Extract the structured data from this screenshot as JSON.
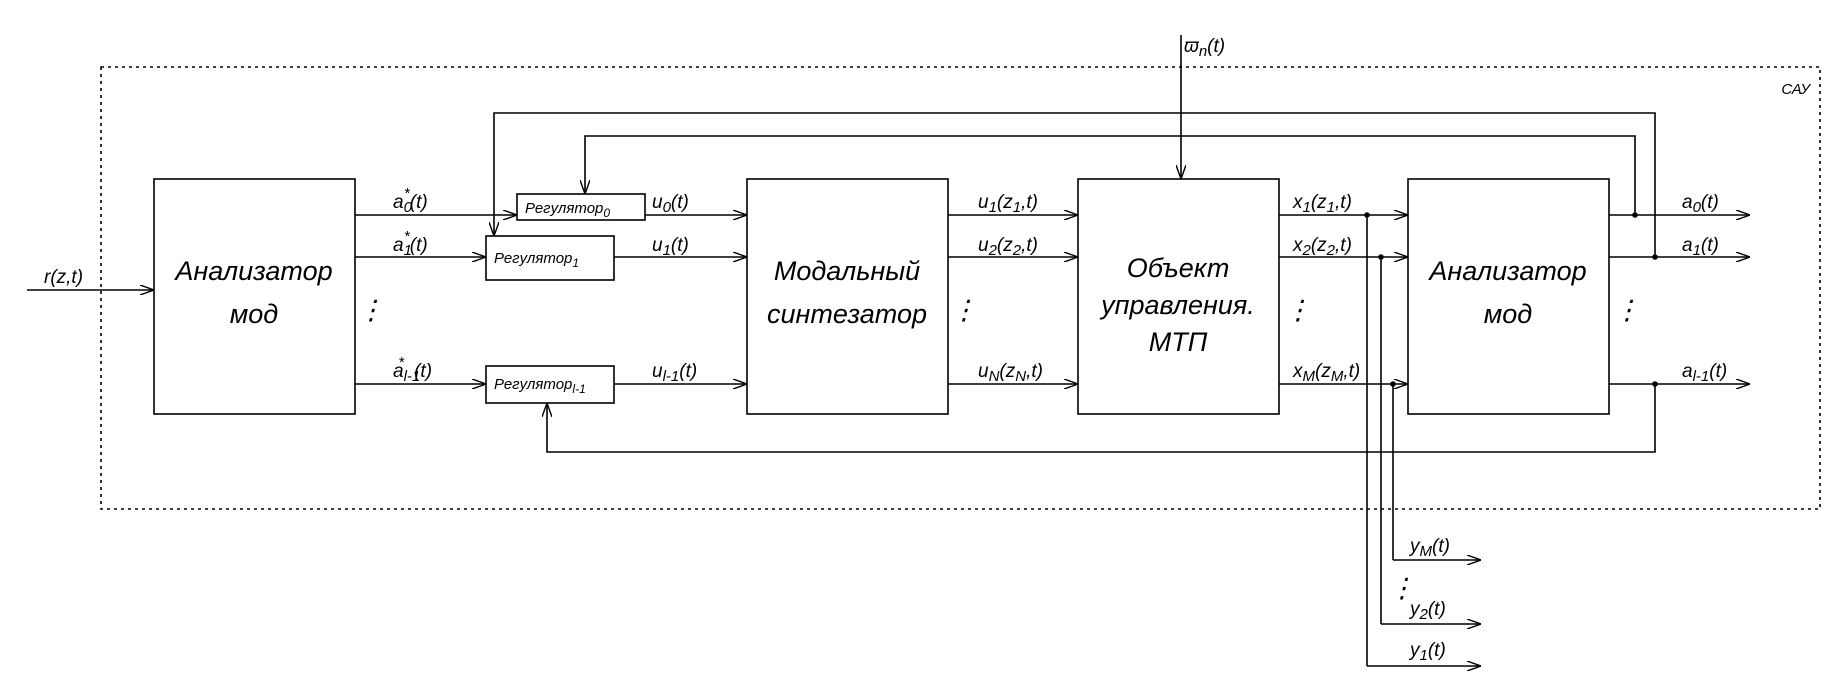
{
  "frame_label": "САУ",
  "input_label": "r(z,t)",
  "disturbance_label": {
    "main": "ϖ",
    "sub": "n",
    "rest": "(t)"
  },
  "analyzer_left": {
    "line1": "Анализатор",
    "line2": "мод"
  },
  "synthesizer": {
    "line1": "Модальный",
    "line2": "синтезатор"
  },
  "plant": {
    "line1": "Объект",
    "line2": "управления.",
    "line3": "МТП"
  },
  "analyzer_right": {
    "line1": "Анализатор",
    "line2": "мод"
  },
  "regulators": [
    {
      "main": "Регулятор",
      "sub": "0"
    },
    {
      "main": "Регулятор",
      "sub": "1"
    },
    {
      "main": "Регулятор",
      "sub": "l-1"
    }
  ],
  "ref_labels": [
    {
      "main": "a",
      "sub": "0",
      "sup": "*",
      "rest": "(t)"
    },
    {
      "main": "a",
      "sub": "1",
      "sup": "*",
      "rest": "(t)"
    },
    {
      "main": "a",
      "sub": "l-1",
      "sup": "*",
      "rest": "(t)"
    }
  ],
  "control_labels": [
    {
      "main": "u",
      "sub": "0",
      "rest": "(t)"
    },
    {
      "main": "u",
      "sub": "1",
      "rest": "(t)"
    },
    {
      "main": "u",
      "sub": "l-1",
      "rest": "(t)"
    }
  ],
  "synth_out_labels": [
    {
      "main": "u",
      "sub": "1",
      "mid": "(z",
      "sub2": "1",
      "rest": ",t)"
    },
    {
      "main": "u",
      "sub": "2",
      "mid": "(z",
      "sub2": "2",
      "rest": ",t)"
    },
    {
      "main": "u",
      "sub": "N",
      "mid": "(z",
      "sub2": "N",
      "rest": ",t)"
    }
  ],
  "state_labels": [
    {
      "main": "x",
      "sub": "1",
      "mid": "(z",
      "sub2": "1",
      "rest": ",t)"
    },
    {
      "main": "x",
      "sub": "2",
      "mid": "(z",
      "sub2": "2",
      "rest": ",t)"
    },
    {
      "main": "x",
      "sub": "M",
      "mid": "(z",
      "sub2": "M",
      "rest": ",t)"
    }
  ],
  "mode_out_labels": [
    {
      "main": "a",
      "sub": "0",
      "rest": "(t)"
    },
    {
      "main": "a",
      "sub": "1",
      "rest": "(t)"
    },
    {
      "main": "a",
      "sub": "l-1",
      "rest": "(t)"
    }
  ],
  "measure_labels": [
    {
      "main": "y",
      "sub": "M",
      "rest": "(t)"
    },
    {
      "main": "y",
      "sub": "2",
      "rest": "(t)"
    },
    {
      "main": "y",
      "sub": "1",
      "rest": "(t)"
    }
  ],
  "ellipsis": "⋮"
}
